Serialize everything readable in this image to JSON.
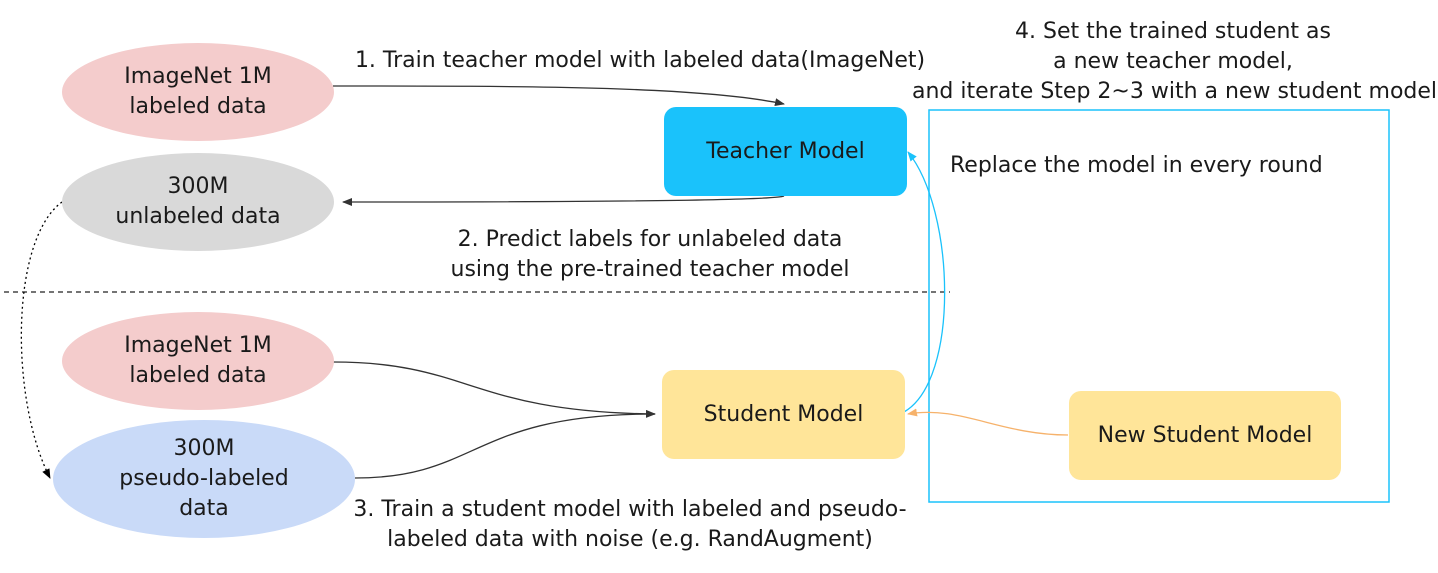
{
  "nodes": {
    "imagenet_top": [
      "ImageNet 1M",
      "labeled data"
    ],
    "unlabeled": [
      "300M",
      "unlabeled data"
    ],
    "imagenet_bottom": [
      "ImageNet 1M",
      "labeled data"
    ],
    "pseudo": [
      "300M",
      "pseudo-labeled",
      "data"
    ],
    "teacher": "Teacher Model",
    "student": "Student Model",
    "new_student": "New Student Model"
  },
  "labels": {
    "step1": "1. Train teacher model with labeled data(ImageNet)",
    "step2": [
      "2. Predict labels for unlabeled data",
      "using the pre-trained teacher model"
    ],
    "step3": [
      "3. Train a student model with labeled and pseudo-",
      "labeled data with noise (e.g. RandAugment)"
    ],
    "step4": [
      "4. Set the trained student as",
      "a new teacher model,",
      "and iterate Step 2~3 with a new student model"
    ],
    "replace": "Replace the model in every round"
  },
  "colors": {
    "labeled": "#f4cccc",
    "unlabeled": "#d9d9d9",
    "pseudo_labeled": "#c9daf8",
    "teacher": "#1ac2fb",
    "student": "#ffe599",
    "loop_box": "#1ac2fb",
    "feedback_arrow": "#1ac2fb",
    "new_student_arrow": "#f6b26b"
  }
}
